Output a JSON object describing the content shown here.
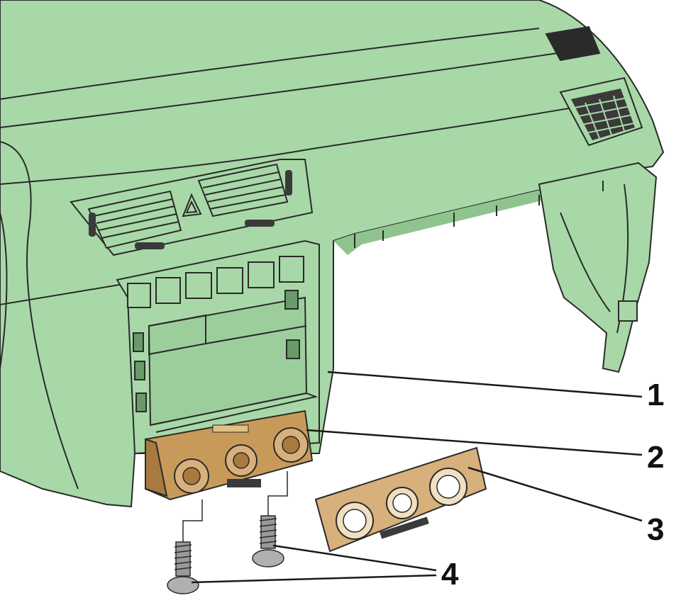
{
  "colors": {
    "dashboard_fill": "#a8d8a8",
    "dashboard_shadow": "#8fc48f",
    "line": "#2a2a2a",
    "control_unit": "#c89a5a",
    "trim_panel": "#d8b07c",
    "screw": "#b0b0b0",
    "background": "#ffffff"
  },
  "callouts": [
    {
      "id": "1",
      "label": "1"
    },
    {
      "id": "2",
      "label": "2"
    },
    {
      "id": "3",
      "label": "3"
    },
    {
      "id": "4",
      "label": "4"
    }
  ]
}
